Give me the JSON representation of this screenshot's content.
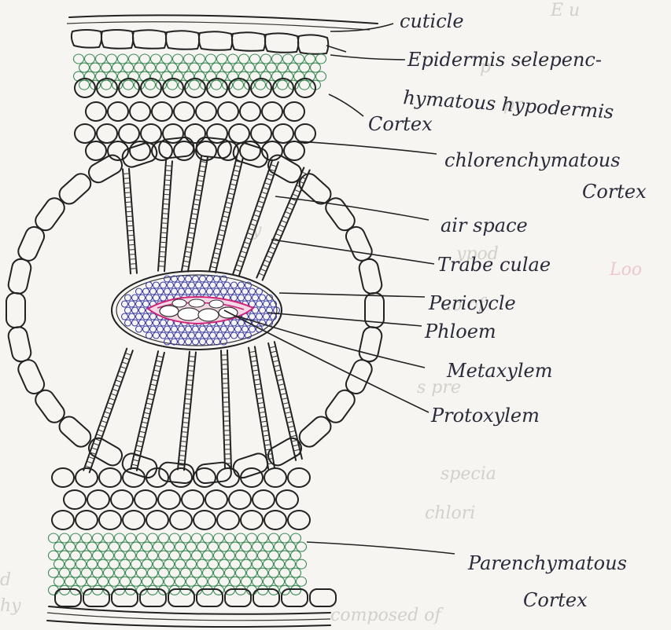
{
  "diagram": {
    "labels": {
      "cuticle": "cuticle",
      "epidermis_line1": "Epidermis selepenc-",
      "epidermis_line2": "hymatous hypodermis",
      "cortex": "Cortex",
      "chlorenchymatous_line1": "chlorenchymatous",
      "chlorenchymatous_line2": "Cortex",
      "air_space": "air space",
      "trabeculae": "Trabe culae",
      "pericycle": "Pericycle",
      "phloem": "Phloem",
      "metaxylem": "Metaxylem",
      "protoxylem": "Protoxylem",
      "parenchymatous_line1": "Parenchymatous",
      "parenchymatous_line2": "Cortex"
    }
  },
  "colors": {
    "ink": "#222222",
    "green_tissue": "#3d8a58",
    "blue_tissue": "#3a3aa0",
    "magenta_xylem": "#d0247a",
    "paper": "#f6f5f1"
  }
}
